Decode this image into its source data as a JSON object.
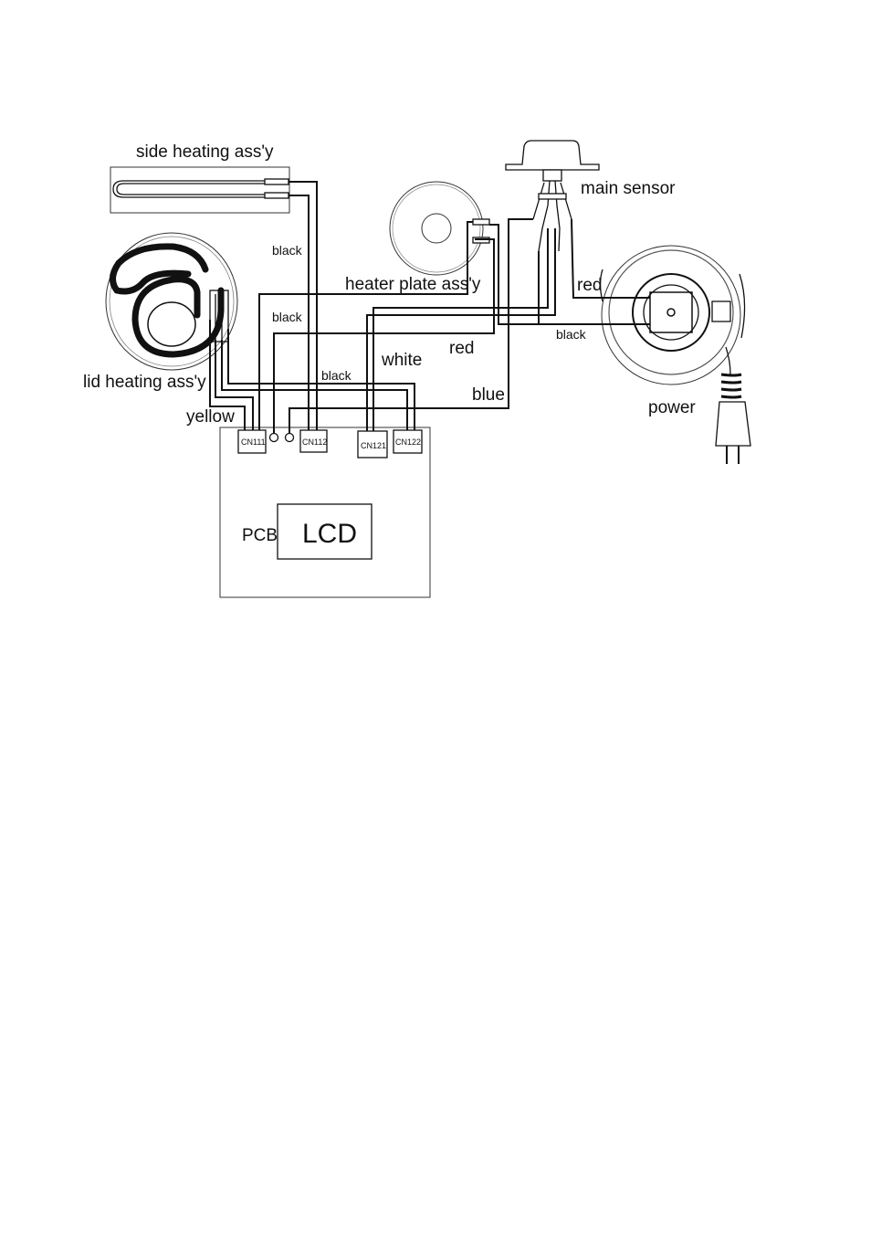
{
  "labels": {
    "side_heating": "side heating ass'y",
    "main_sensor": "main sensor",
    "heater_plate": "heater plate ass'y",
    "lid_heating": "lid heating ass'y",
    "power": "power",
    "pcb": "PCB",
    "lcd": "LCD"
  },
  "wire_labels": {
    "black_1": "black",
    "black_2": "black",
    "black_3": "black",
    "black_4": "black",
    "red_1": "red",
    "red_2": "red",
    "white": "white",
    "blue": "blue",
    "yellow": "yellow"
  },
  "connectors": {
    "cn111": "CN111",
    "cn112": "CN112",
    "cn121": "CN121",
    "cn122": "CN122"
  }
}
